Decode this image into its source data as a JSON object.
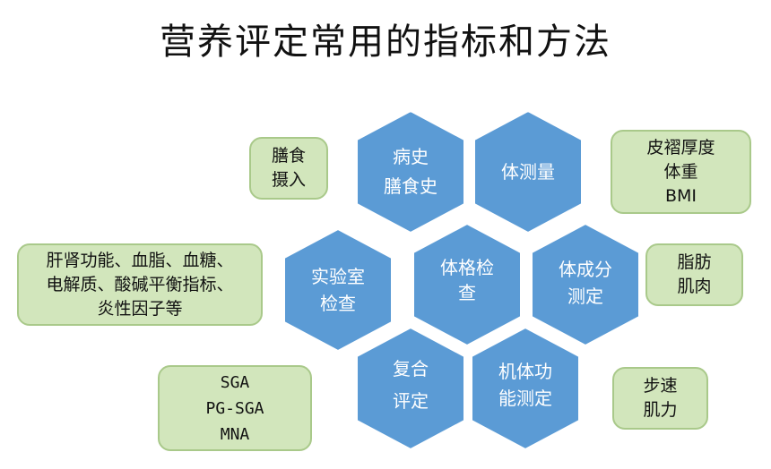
{
  "title": "营养评定常用的指标和方法",
  "colors": {
    "hex_fill": "#5b9bd5",
    "box_fill": "#d2e6bc",
    "box_border": "#a9c98a"
  },
  "hexagons": {
    "medical_history": [
      "病史",
      "膳食史"
    ],
    "anthropometry": [
      "体测量"
    ],
    "laboratory": [
      "实验室",
      "检查"
    ],
    "physical_exam": [
      "体格检",
      "查"
    ],
    "body_composition": [
      "体成分",
      "测定"
    ],
    "composite_assessment": [
      "复合",
      "评定"
    ],
    "functional_test": [
      "机体功",
      "能测定"
    ]
  },
  "boxes": {
    "diet_intake": [
      "膳食",
      "摄入"
    ],
    "skinfold": [
      "皮褶厚度",
      "体重",
      "BMI"
    ],
    "lab_indicators": [
      "肝肾功能、血脂、血糖、",
      "电解质、酸碱平衡指标、",
      "炎性因子等"
    ],
    "fat_muscle": [
      "脂肪",
      "肌肉"
    ],
    "scales": [
      "SGA",
      "PG-SGA",
      "MNA"
    ],
    "speed_strength": [
      "步速",
      "肌力"
    ]
  }
}
